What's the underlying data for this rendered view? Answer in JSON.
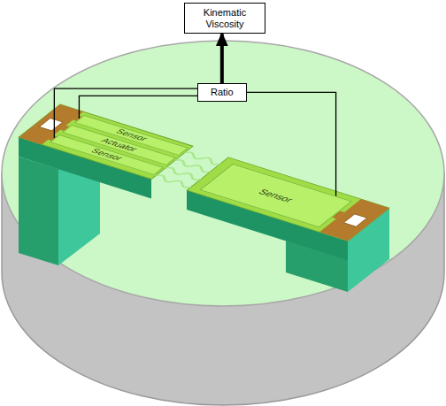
{
  "diagram": {
    "nodes": [
      {
        "text": [
          "Kinematic Viscosity"
        ]
      },
      {
        "text": [
          "Ratio"
        ]
      },
      {
        "text": [
          "Sensor"
        ]
      },
      {
        "text": [
          "Actuator"
        ]
      },
      {
        "text": [
          "Sensor"
        ]
      },
      {
        "text": [
          "Sensor"
        ]
      }
    ],
    "edges": [
      {
        "from": 1,
        "to": 0,
        "arrow": "to"
      },
      {
        "from": 1,
        "to": 2,
        "arrow": "none"
      },
      {
        "from": 1,
        "to": 4,
        "arrow": "none"
      },
      {
        "from": 1,
        "to": 5,
        "arrow": "none"
      }
    ]
  }
}
